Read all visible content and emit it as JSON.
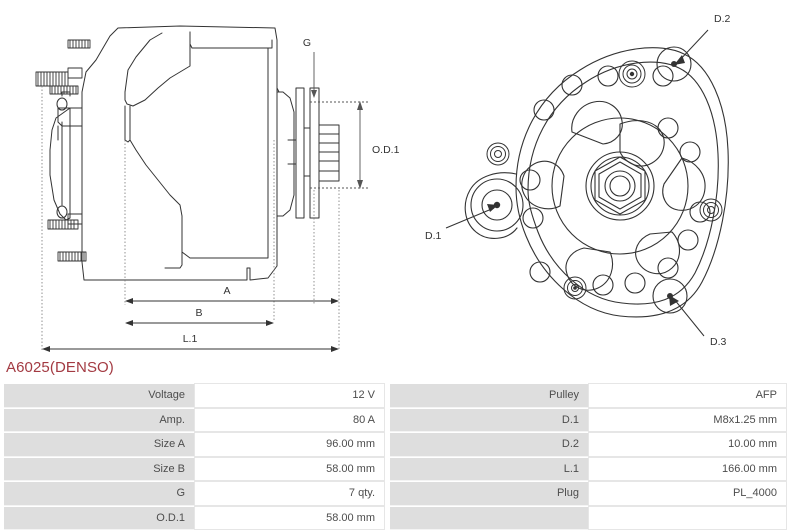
{
  "title": "A6025(DENSO)",
  "title_color": "#a33a42",
  "drawings": {
    "side_view": {
      "name": "alternator-side-view",
      "labels": {
        "g": "G",
        "od1": "O.D.1",
        "a": "A",
        "b": "B",
        "l1": "L.1"
      }
    },
    "front_view": {
      "name": "alternator-front-view",
      "labels": {
        "d1": "D.1",
        "d2": "D.2",
        "d3": "D.3"
      }
    }
  },
  "tables": {
    "left": {
      "rows": [
        {
          "label": "Voltage",
          "value": "12 V"
        },
        {
          "label": "Amp.",
          "value": "80 A"
        },
        {
          "label": "Size A",
          "value": "96.00 mm"
        },
        {
          "label": "Size B",
          "value": "58.00 mm"
        },
        {
          "label": "G",
          "value": "7 qty."
        },
        {
          "label": "O.D.1",
          "value": "58.00 mm"
        }
      ]
    },
    "right": {
      "rows": [
        {
          "label": "Pulley",
          "value": "AFP"
        },
        {
          "label": "D.1",
          "value": "M8x1.25 mm"
        },
        {
          "label": "D.2",
          "value": "10.00 mm"
        },
        {
          "label": "L.1",
          "value": "166.00 mm"
        },
        {
          "label": "Plug",
          "value": "PL_4000"
        },
        {
          "label": "",
          "value": ""
        }
      ]
    }
  },
  "colors": {
    "label_cell_bg": "#dedede",
    "value_cell_bg": "#ffffff",
    "border": "#e6e6e6",
    "text": "#4d4d4d",
    "line": "#333333"
  }
}
